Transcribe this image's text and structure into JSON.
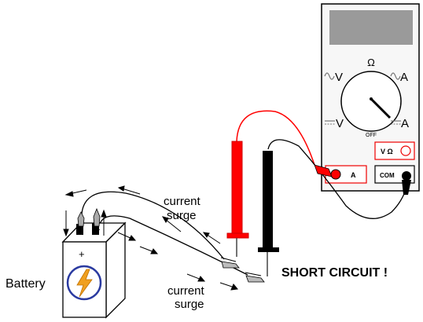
{
  "meter": {
    "ohm_symbol": "Ω",
    "ac_volts": "V",
    "dc_volts": "V",
    "ac_amps": "A",
    "dc_amps": "A",
    "off_label": "OFF",
    "vohm_jack_label": "V Ω",
    "amp_jack_label": "A",
    "com_jack_label": "COM"
  },
  "labels": {
    "current_surge_upper_line1": "current",
    "current_surge_upper_line2": "surge",
    "current_surge_lower_line1": "current",
    "current_surge_lower_line2": "surge",
    "short_circuit": "SHORT CIRCUIT !",
    "battery": "Battery",
    "battery_plus": "+",
    "battery_minus": "-"
  },
  "colors": {
    "red_lead": "#ff0000",
    "black_lead": "#000000",
    "meter_display": "#9a9a9a",
    "meter_body": "#f7f7f7",
    "battery_bolt": "#f0a020",
    "battery_circle": "#2a3aa0"
  }
}
